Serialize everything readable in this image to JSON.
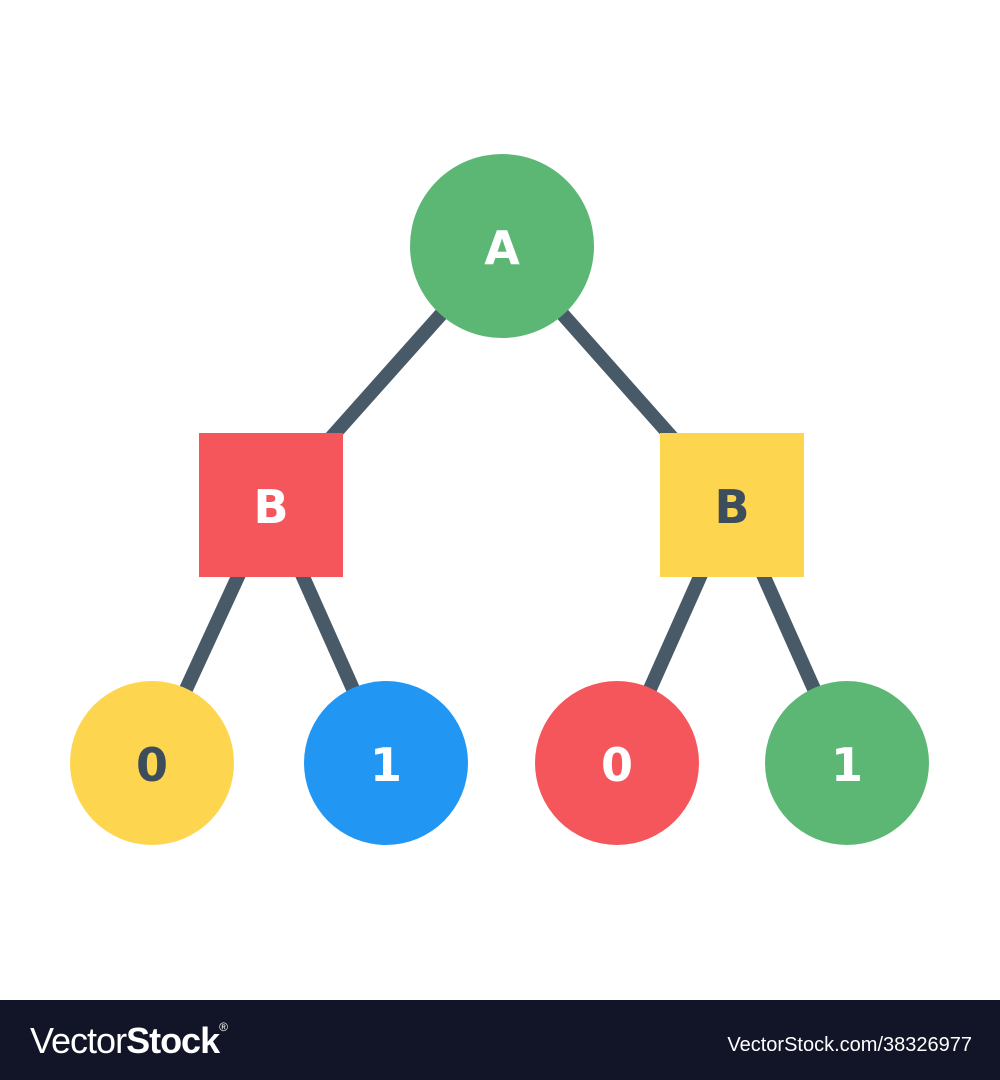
{
  "diagram": {
    "edge_color": "#485a68",
    "nodes": [
      {
        "id": "root",
        "label": "A",
        "shape": "circle",
        "fill": "#5cb775",
        "text_color": "#ffffff"
      },
      {
        "id": "left-b",
        "label": "B",
        "shape": "square",
        "fill": "#f4565c",
        "text_color": "#ffffff"
      },
      {
        "id": "right-b",
        "label": "B",
        "shape": "square",
        "fill": "#fed54f",
        "text_color": "#3d4d5c"
      },
      {
        "id": "leaf-1",
        "label": "0",
        "shape": "circle",
        "fill": "#fed54f",
        "text_color": "#3d4d5c"
      },
      {
        "id": "leaf-2",
        "label": "1",
        "shape": "circle",
        "fill": "#2196f3",
        "text_color": "#ffffff"
      },
      {
        "id": "leaf-3",
        "label": "0",
        "shape": "circle",
        "fill": "#f4565c",
        "text_color": "#ffffff"
      },
      {
        "id": "leaf-4",
        "label": "1",
        "shape": "circle",
        "fill": "#5cb775",
        "text_color": "#ffffff"
      }
    ],
    "edges": [
      [
        "root",
        "left-b"
      ],
      [
        "root",
        "right-b"
      ],
      [
        "left-b",
        "leaf-1"
      ],
      [
        "left-b",
        "leaf-2"
      ],
      [
        "right-b",
        "leaf-3"
      ],
      [
        "right-b",
        "leaf-4"
      ]
    ]
  },
  "footer": {
    "logo_light": "Vector",
    "logo_bold": "Stock",
    "logo_mark": "®",
    "url": "VectorStock.com/38326977"
  }
}
